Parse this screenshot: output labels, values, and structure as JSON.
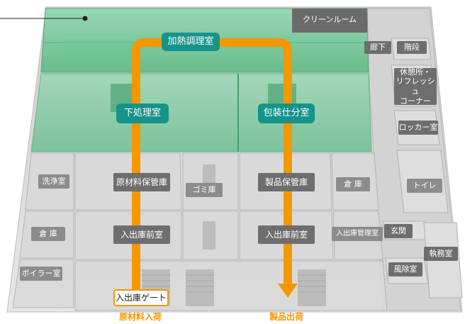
{
  "rooms": {
    "clean_room": "クリーンルーム",
    "corridor": "廊下",
    "stairs": "階段",
    "rest_area": "休憩所・\nリフレッシュ\nコーナー",
    "locker_room": "ロッカー室",
    "toilet": "トイレ",
    "entrance": "玄関",
    "office": "執務室",
    "air_shower": "風除室",
    "washing_room": "洗浄室",
    "storage_left": "倉 庫",
    "boiler_room": "ボイラー室",
    "raw_material_storage": "原材料保管庫",
    "garbage_storage": "ゴミ庫",
    "product_storage": "製品保管庫",
    "storage_right": "倉 庫",
    "entry_exit_anteroom_left": "入出庫前室",
    "entry_exit_anteroom_right": "入出庫前室",
    "entry_exit_control_room": "入出庫管理室"
  },
  "process": {
    "heating_cooking": "加熱調理室",
    "preprocessing": "下処理室",
    "packaging": "包装仕分室",
    "gate": "入出庫ゲート"
  },
  "flow": {
    "raw_material_in": "原材料入荷",
    "product_out": "製品出荷"
  },
  "colors": {
    "flow_arrow": "#f39800",
    "clean_zone": "#5cc08a",
    "process_label": "#16938a",
    "room_label": "#8c8c8c"
  }
}
